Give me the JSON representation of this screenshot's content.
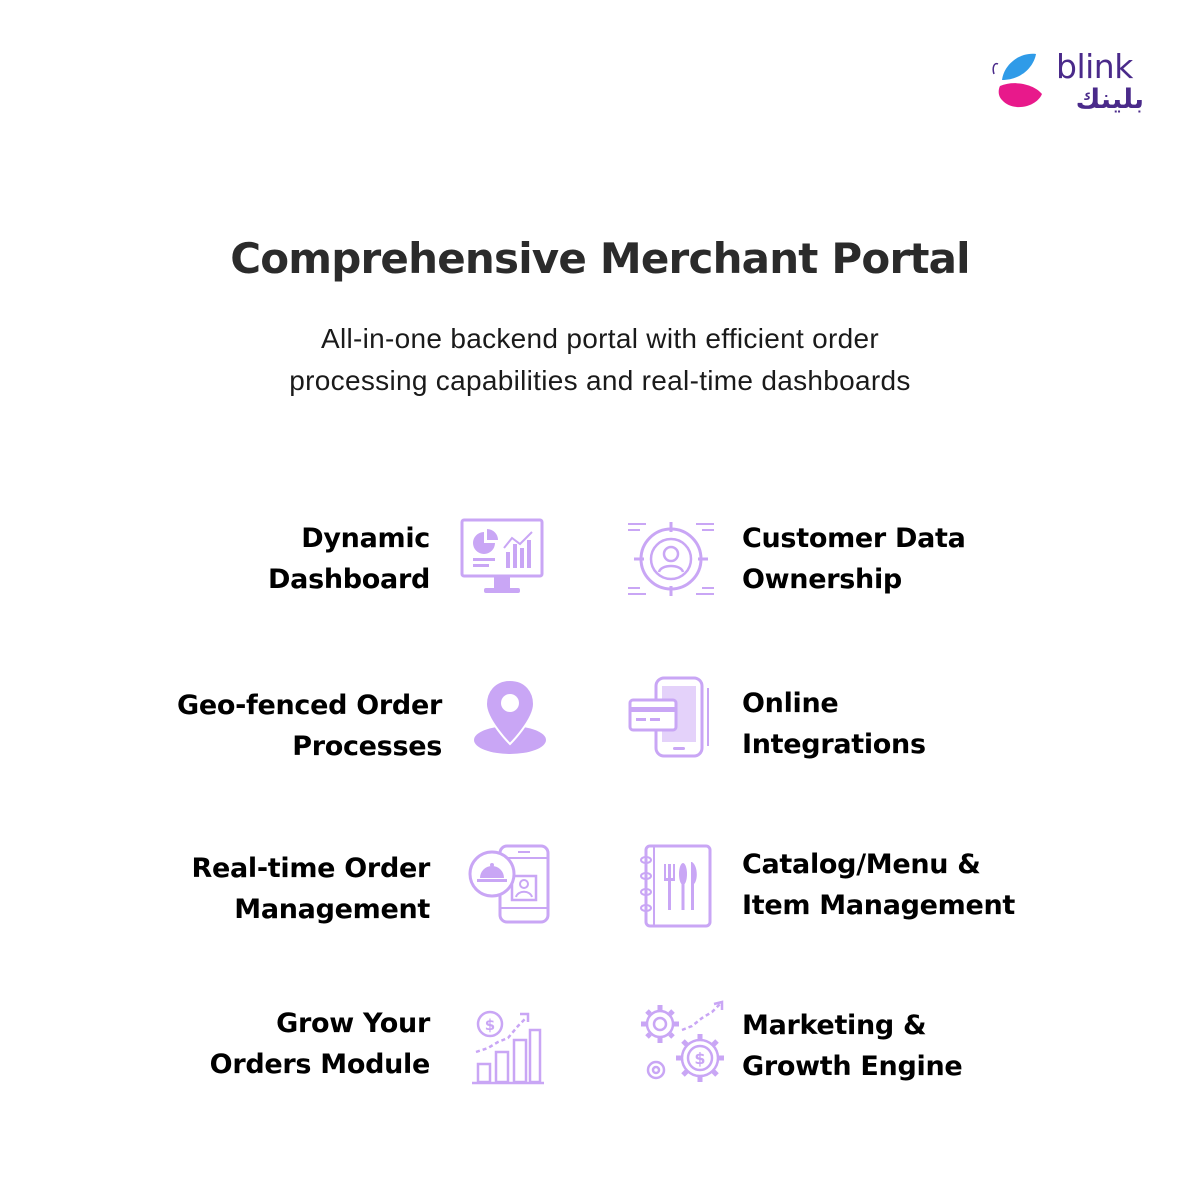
{
  "brand": {
    "name_en": "blink",
    "name_ar": "بلينك",
    "colors": {
      "purple": "#4a2a8a",
      "pink": "#e8198b",
      "blue": "#2f9be8",
      "icon": "#c9a6f5"
    }
  },
  "header": {
    "title": "Comprehensive Merchant Portal",
    "subtitle_line1": "All-in-one backend portal with efficient order",
    "subtitle_line2": "processing capabilities and real-time dashboards"
  },
  "features": {
    "dynamic_dashboard": {
      "line1": "Dynamic",
      "line2": "Dashboard",
      "icon": "monitor-chart-icon"
    },
    "customer_data": {
      "line1": "Customer Data",
      "line2": "Ownership",
      "icon": "customer-target-icon"
    },
    "geo_fenced": {
      "line1": "Geo-fenced Order",
      "line2": "Processes",
      "icon": "map-pin-icon"
    },
    "online_integrations": {
      "line1": "Online",
      "line2": "Integrations",
      "icon": "phone-card-icon"
    },
    "realtime_orders": {
      "line1": "Real-time Order",
      "line2": "Management",
      "icon": "phone-cloche-icon"
    },
    "catalog_menu": {
      "line1": "Catalog/Menu &",
      "line2": "Item Management",
      "icon": "menu-book-icon"
    },
    "grow_orders": {
      "line1": "Grow Your",
      "line2": "Orders Module",
      "icon": "growth-chart-icon"
    },
    "marketing_growth": {
      "line1": "Marketing &",
      "line2": "Growth Engine",
      "icon": "gears-dollar-icon"
    }
  }
}
